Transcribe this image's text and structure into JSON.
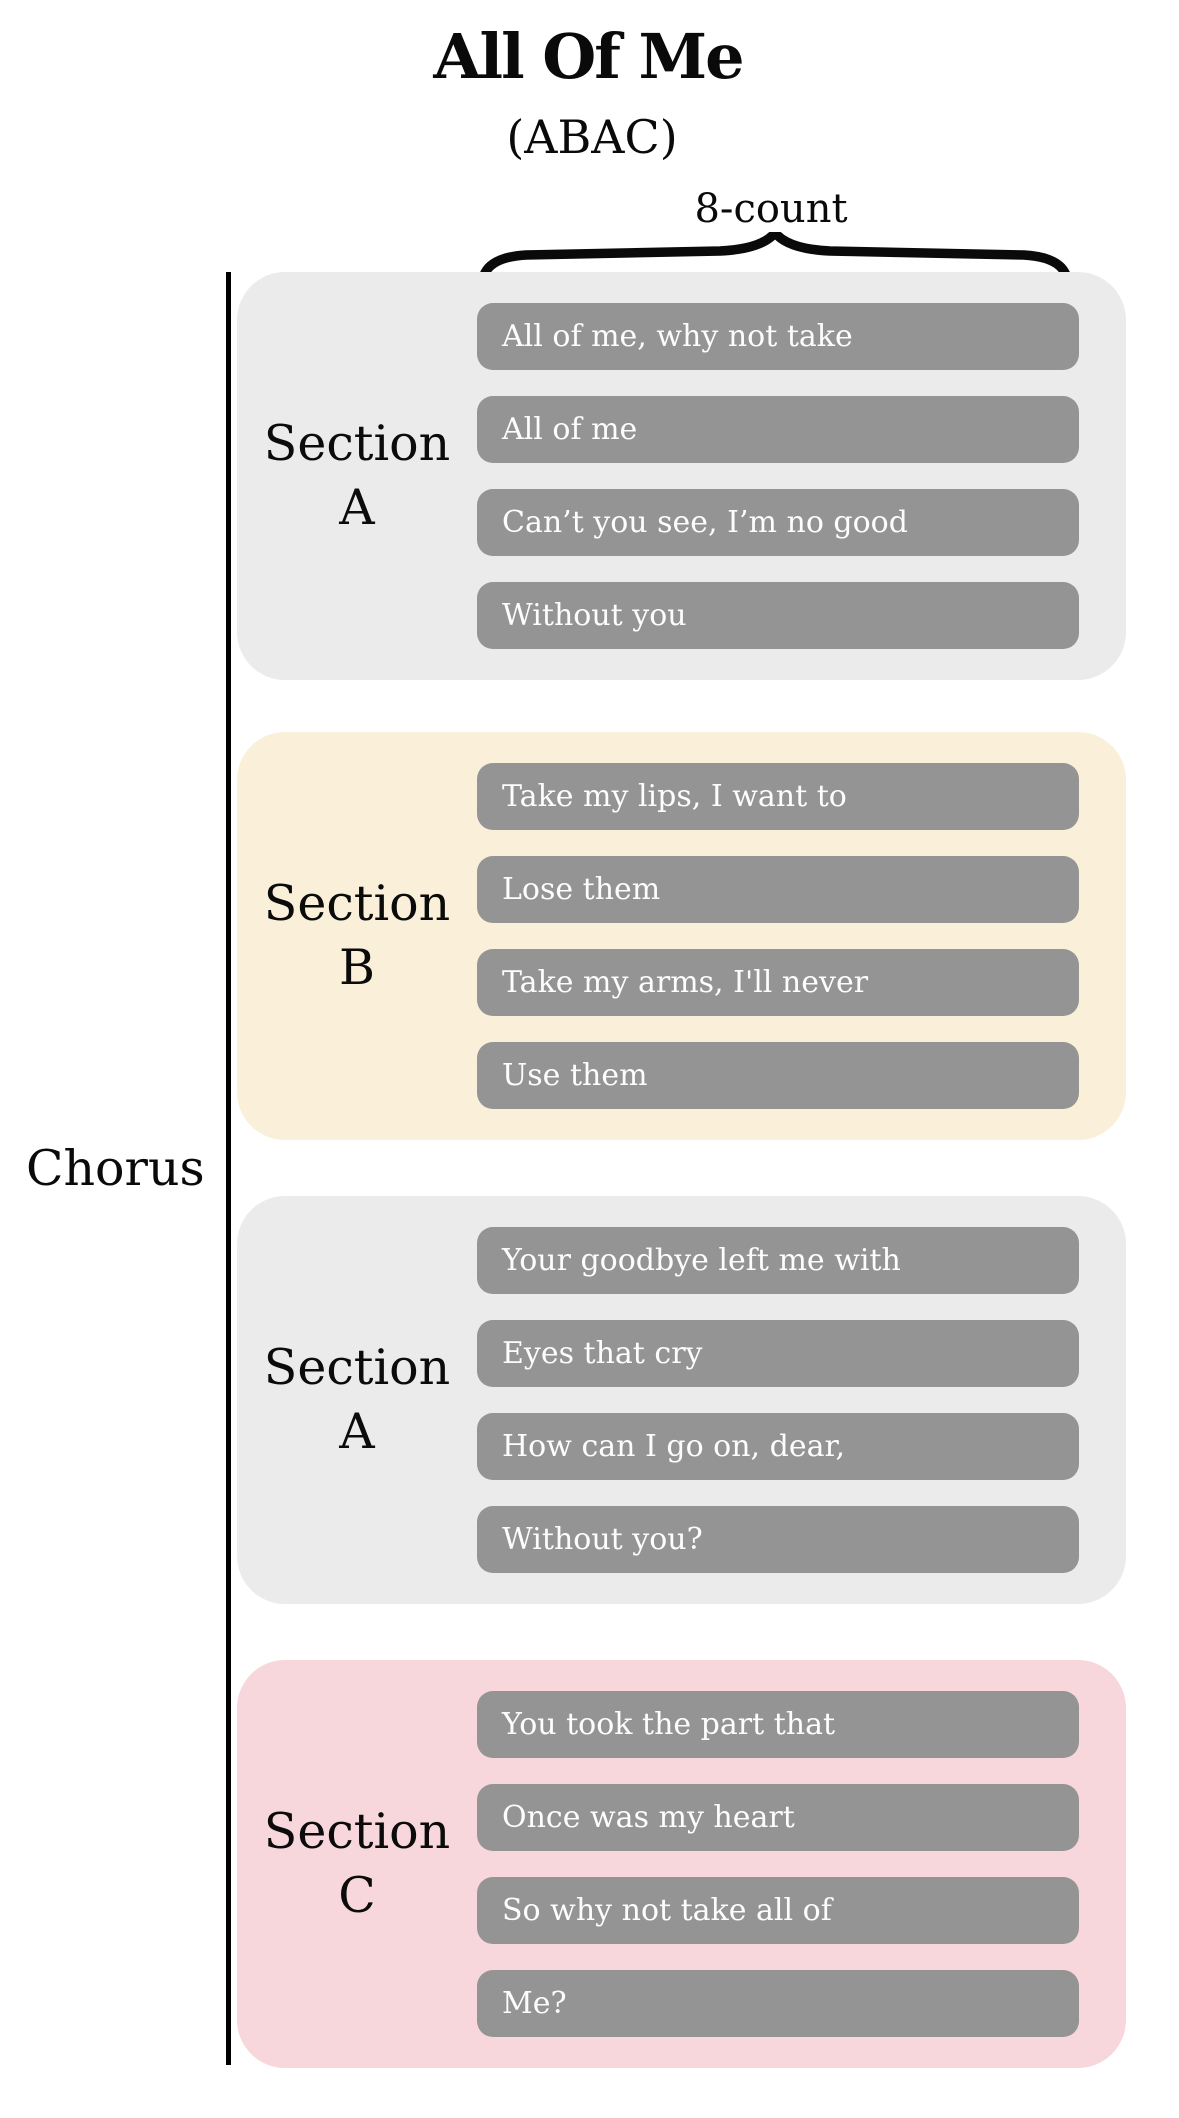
{
  "title": "All Of Me",
  "subtitle": "(ABAC)",
  "count_label": "8-count",
  "chorus_label": "Chorus",
  "section_word": "Section",
  "colors": {
    "section_a_bg": "#ebebeb",
    "section_b_bg": "#faf0d9",
    "section_c_bg": "#f7d7dc",
    "lyric_bar_bg": "#949494",
    "lyric_text": "#fdfdfd",
    "line_and_text": "#0a0a0a",
    "page_bg": "#ffffff"
  },
  "sections": [
    {
      "letter": "A",
      "bg": "#ebebeb",
      "lines": [
        "All of me, why not take",
        "All of me",
        "Can’t you see, I’m no good",
        "Without you"
      ]
    },
    {
      "letter": "B",
      "bg": "#faf0d9",
      "lines": [
        "Take my lips, I want to",
        "Lose them",
        "Take my arms, I'll never",
        "Use them"
      ]
    },
    {
      "letter": "A",
      "bg": "#ebebeb",
      "lines": [
        "Your goodbye left me with",
        "Eyes that cry",
        "How can I go on, dear,",
        "Without you?"
      ]
    },
    {
      "letter": "C",
      "bg": "#f7d7dc",
      "lines": [
        "You took the part that",
        "Once was my heart",
        "So why not take all of",
        "Me?"
      ]
    }
  ]
}
